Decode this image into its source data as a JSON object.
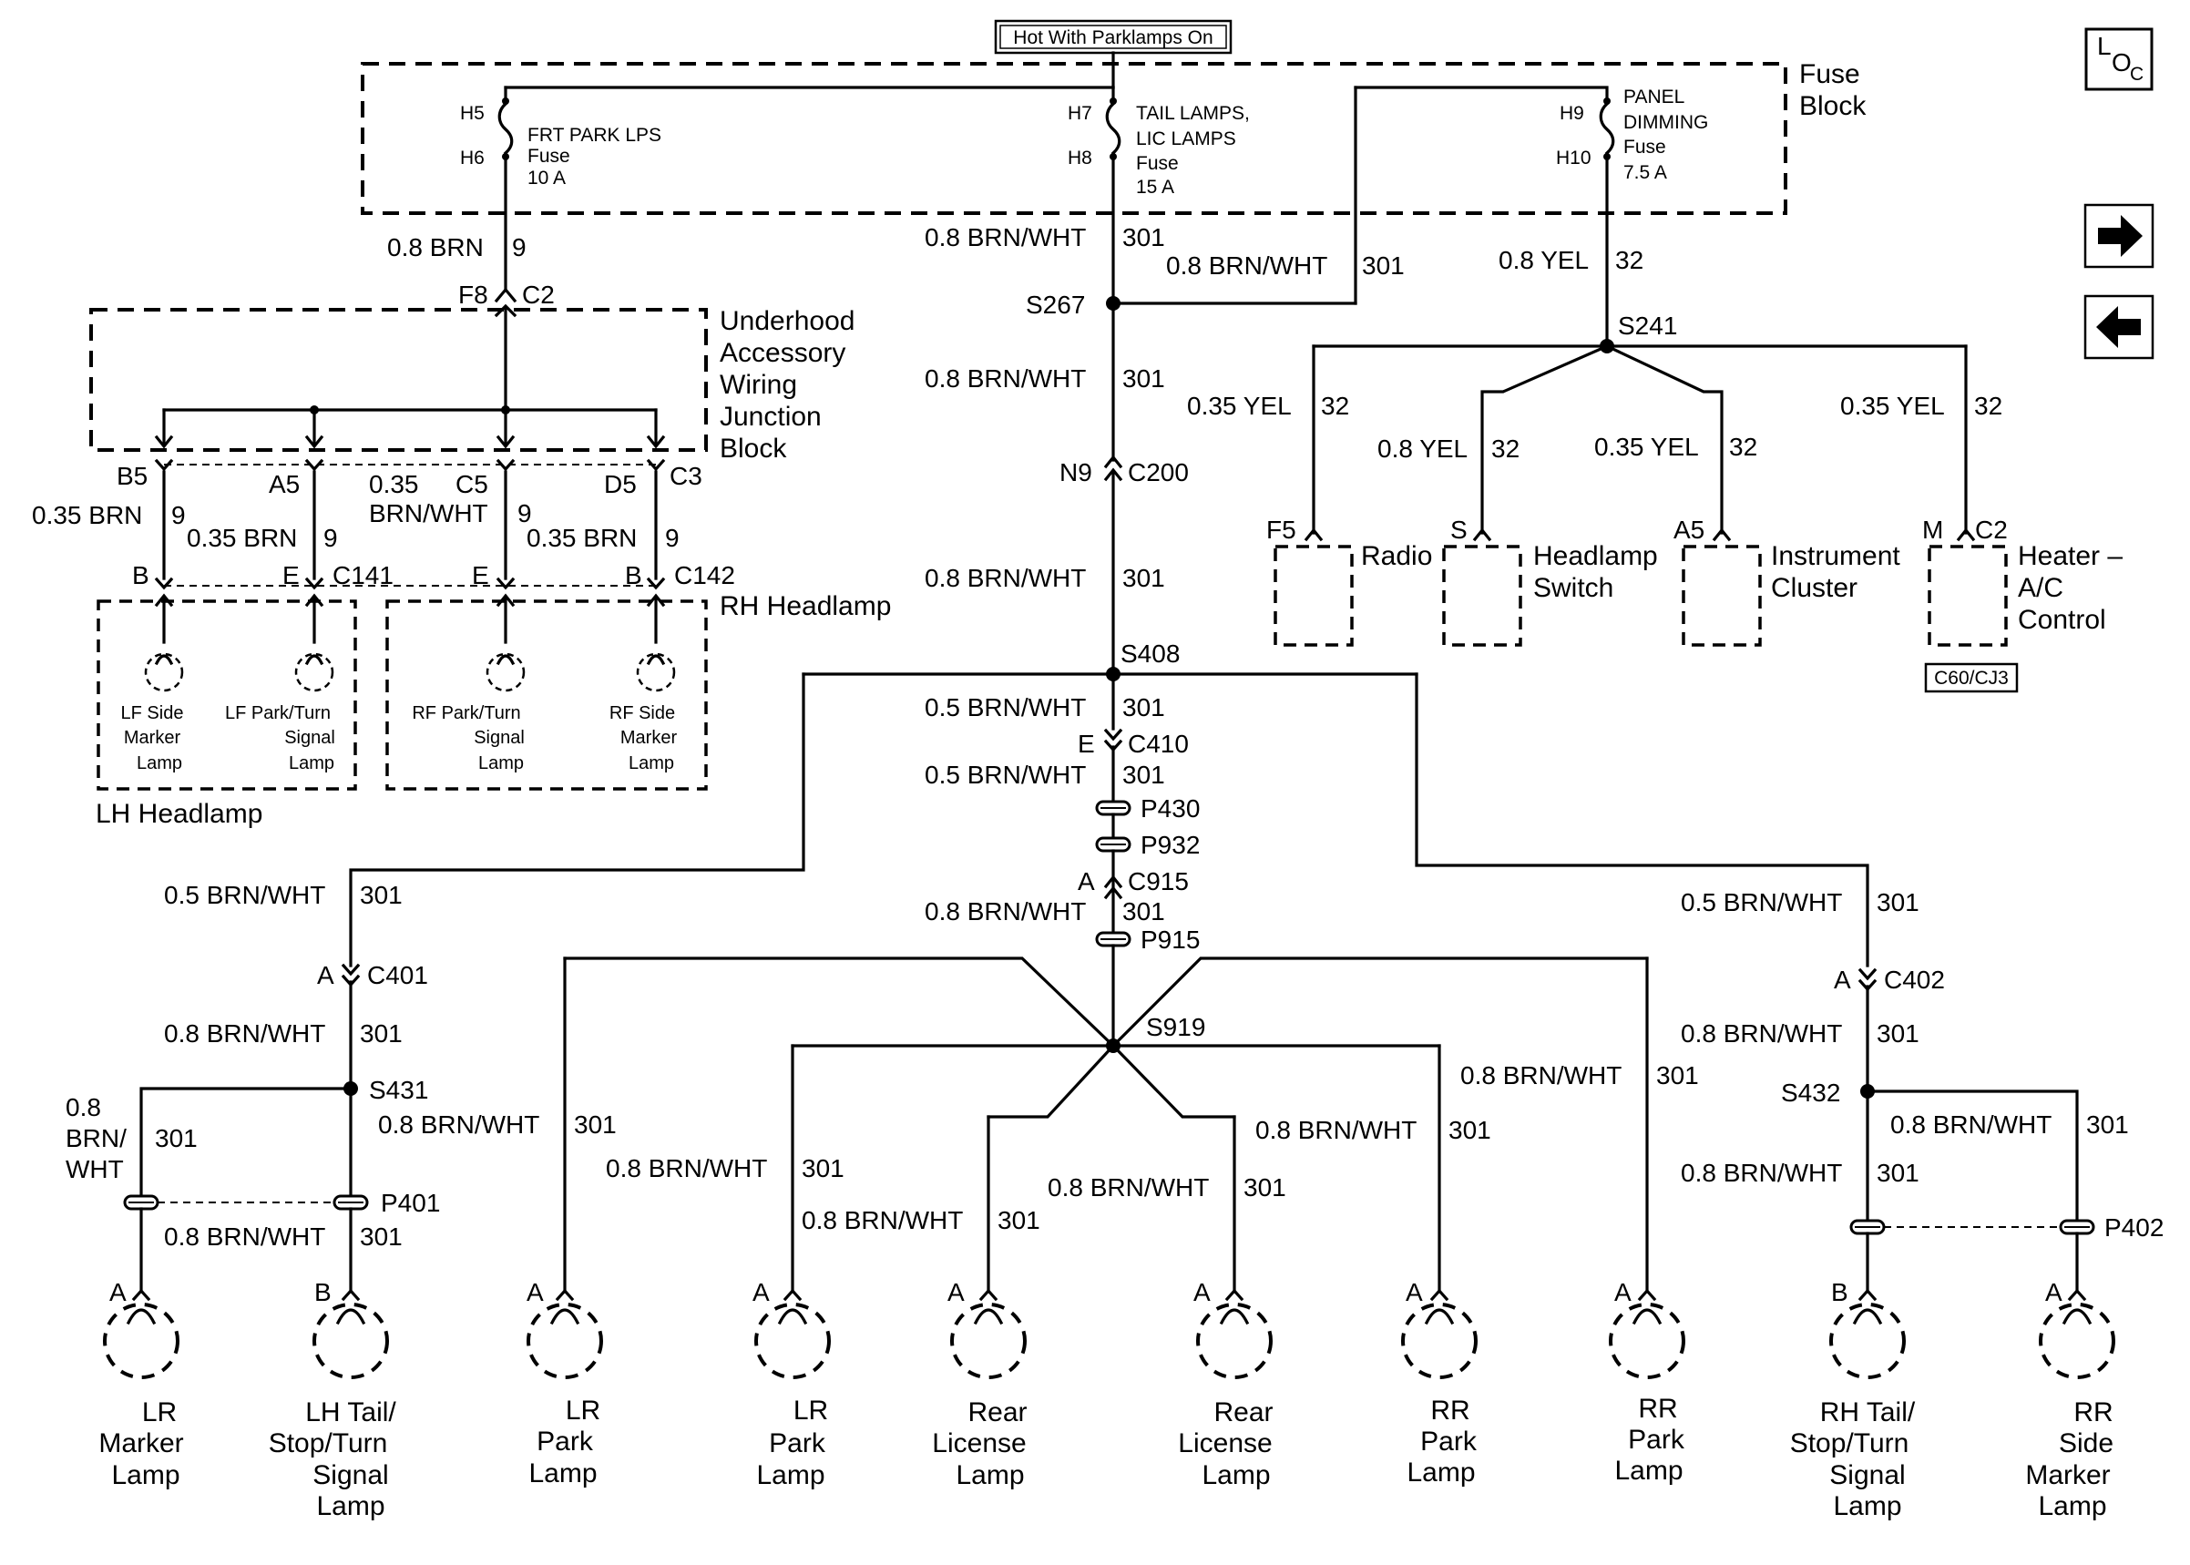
{
  "header": {
    "hot_label": "Hot With Parklamps On"
  },
  "loc_icon": {
    "L": "L",
    "O": "O",
    "C": "C"
  },
  "nav": {
    "next_icon": "arrow-right-icon",
    "prev_icon": "arrow-left-icon"
  },
  "fuse_block": {
    "title_line1": "Fuse",
    "title_line2": "Block",
    "fuses": [
      {
        "top_pin": "H5",
        "bottom_pin": "H6",
        "name_line1": "FRT PARK LPS",
        "name_line2": "Fuse",
        "rating": "10 A"
      },
      {
        "top_pin": "H7",
        "bottom_pin": "H8",
        "name_line1": "TAIL LAMPS,",
        "name_line2": "LIC LAMPS",
        "name_line3": "Fuse",
        "rating": "15 A"
      },
      {
        "top_pin": "H9",
        "bottom_pin": "H10",
        "name_line1": "PANEL",
        "name_line2": "DIMMING",
        "name_line3": "Fuse",
        "rating": "7.5 A"
      }
    ]
  },
  "wires": {
    "brn_9": "0.8 BRN",
    "c9": "9",
    "brnwht_08": "0.8 BRN/WHT",
    "c301": "301",
    "brnwht_05": "0.5 BRN/WHT",
    "yel_08": "0.8 YEL",
    "yel_035": "0.35 YEL",
    "c32": "32",
    "brn_035": "0.35 BRN",
    "brnwht_035_a": "0.35",
    "brnwht_035_b": "BRN/WHT",
    "lr_marker_a": "0.8",
    "lr_marker_b": "BRN/",
    "lr_marker_c": "WHT"
  },
  "connectors": {
    "f8": "F8",
    "c2": "C2",
    "s267": "S267",
    "n9": "N9",
    "c200": "C200",
    "s408": "S408",
    "e": "E",
    "c410": "C410",
    "p430": "P430",
    "p932": "P932",
    "a": "A",
    "c915": "C915",
    "p915": "P915",
    "s919": "S919",
    "s241": "S241",
    "c401": "C401",
    "s431": "S431",
    "p401": "P401",
    "c402": "C402",
    "s432": "S432",
    "p402": "P402",
    "b5": "B5",
    "a5": "A5",
    "c5": "C5",
    "d5": "D5",
    "c3": "C3",
    "b": "B",
    "c141": "C141",
    "c142": "C142",
    "f5": "F5",
    "s": "S",
    "m": "M",
    "c60": "C60/CJ3"
  },
  "junction_block": {
    "l1": "Underhood",
    "l2": "Accessory",
    "l3": "Wiring",
    "l4": "Junction",
    "l5": "Block"
  },
  "headlamps": {
    "lh": "LH Headlamp",
    "rh": "RH Headlamp",
    "lf_side": [
      "LF Side",
      "Marker",
      "Lamp"
    ],
    "lf_park": [
      "LF Park/Turn",
      "Signal",
      "Lamp"
    ],
    "rf_park": [
      "RF Park/Turn",
      "Signal",
      "Lamp"
    ],
    "rf_side": [
      "RF Side",
      "Marker",
      "Lamp"
    ]
  },
  "modules": {
    "radio": "Radio",
    "headlamp_switch": [
      "Headlamp",
      "Switch"
    ],
    "instrument_cluster": [
      "Instrument",
      "Cluster"
    ],
    "heater": [
      "Heater –",
      "A/C",
      "Control"
    ]
  },
  "lamps": {
    "lr_marker": [
      "LR",
      "Marker",
      "Lamp"
    ],
    "lh_tail": [
      "LH Tail/",
      "Stop/Turn",
      "Signal",
      "Lamp"
    ],
    "lr_park": [
      "LR",
      "Park",
      "Lamp"
    ],
    "rear_license": [
      "Rear",
      "License",
      "Lamp"
    ],
    "rr_park": [
      "RR",
      "Park",
      "Lamp"
    ],
    "rh_tail": [
      "RH Tail/",
      "Stop/Turn",
      "Signal",
      "Lamp"
    ],
    "rr_side_marker": [
      "RR",
      "Side",
      "Marker",
      "Lamp"
    ]
  }
}
